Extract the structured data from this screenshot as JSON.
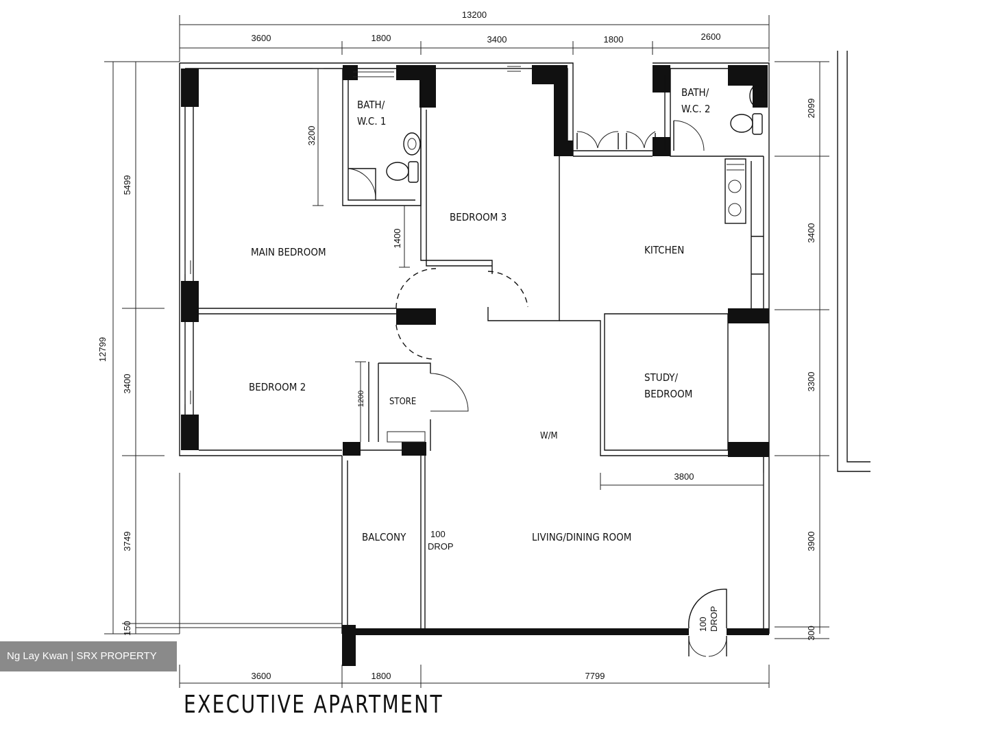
{
  "title": "EXECUTIVE APARTMENT",
  "watermark": "Ng Lay Kwan | SRX PROPERTY",
  "rooms": {
    "bath1_a": "BATH/",
    "bath1_b": "W.C. 1",
    "bath2_a": "BATH/",
    "bath2_b": "W.C. 2",
    "bedroom3": "BEDROOM 3",
    "main_bedroom": "MAIN BEDROOM",
    "kitchen": "KITCHEN",
    "bedroom2": "BEDROOM 2",
    "study_a": "STUDY/",
    "study_b": "BEDROOM",
    "store": "STORE",
    "wm": "W/M",
    "balcony": "BALCONY",
    "living": "LIVING/DINING ROOM",
    "drop_a": "100",
    "drop_b": "DROP",
    "drop_c": "100",
    "drop_d": "DROP"
  },
  "dimensions": {
    "top_total": "13200",
    "top": [
      "3600",
      "1800",
      "3400",
      "1800",
      "2600"
    ],
    "bottom": [
      "3600",
      "1800",
      "7799"
    ],
    "left_total": "12799",
    "left": [
      "5499",
      "3400",
      "3749",
      "150"
    ],
    "right": [
      "2099",
      "3400",
      "3300",
      "3900",
      "300"
    ],
    "inner_3200": "3200",
    "inner_1400": "1400",
    "inner_3800": "3800",
    "inner_store": "1200"
  }
}
